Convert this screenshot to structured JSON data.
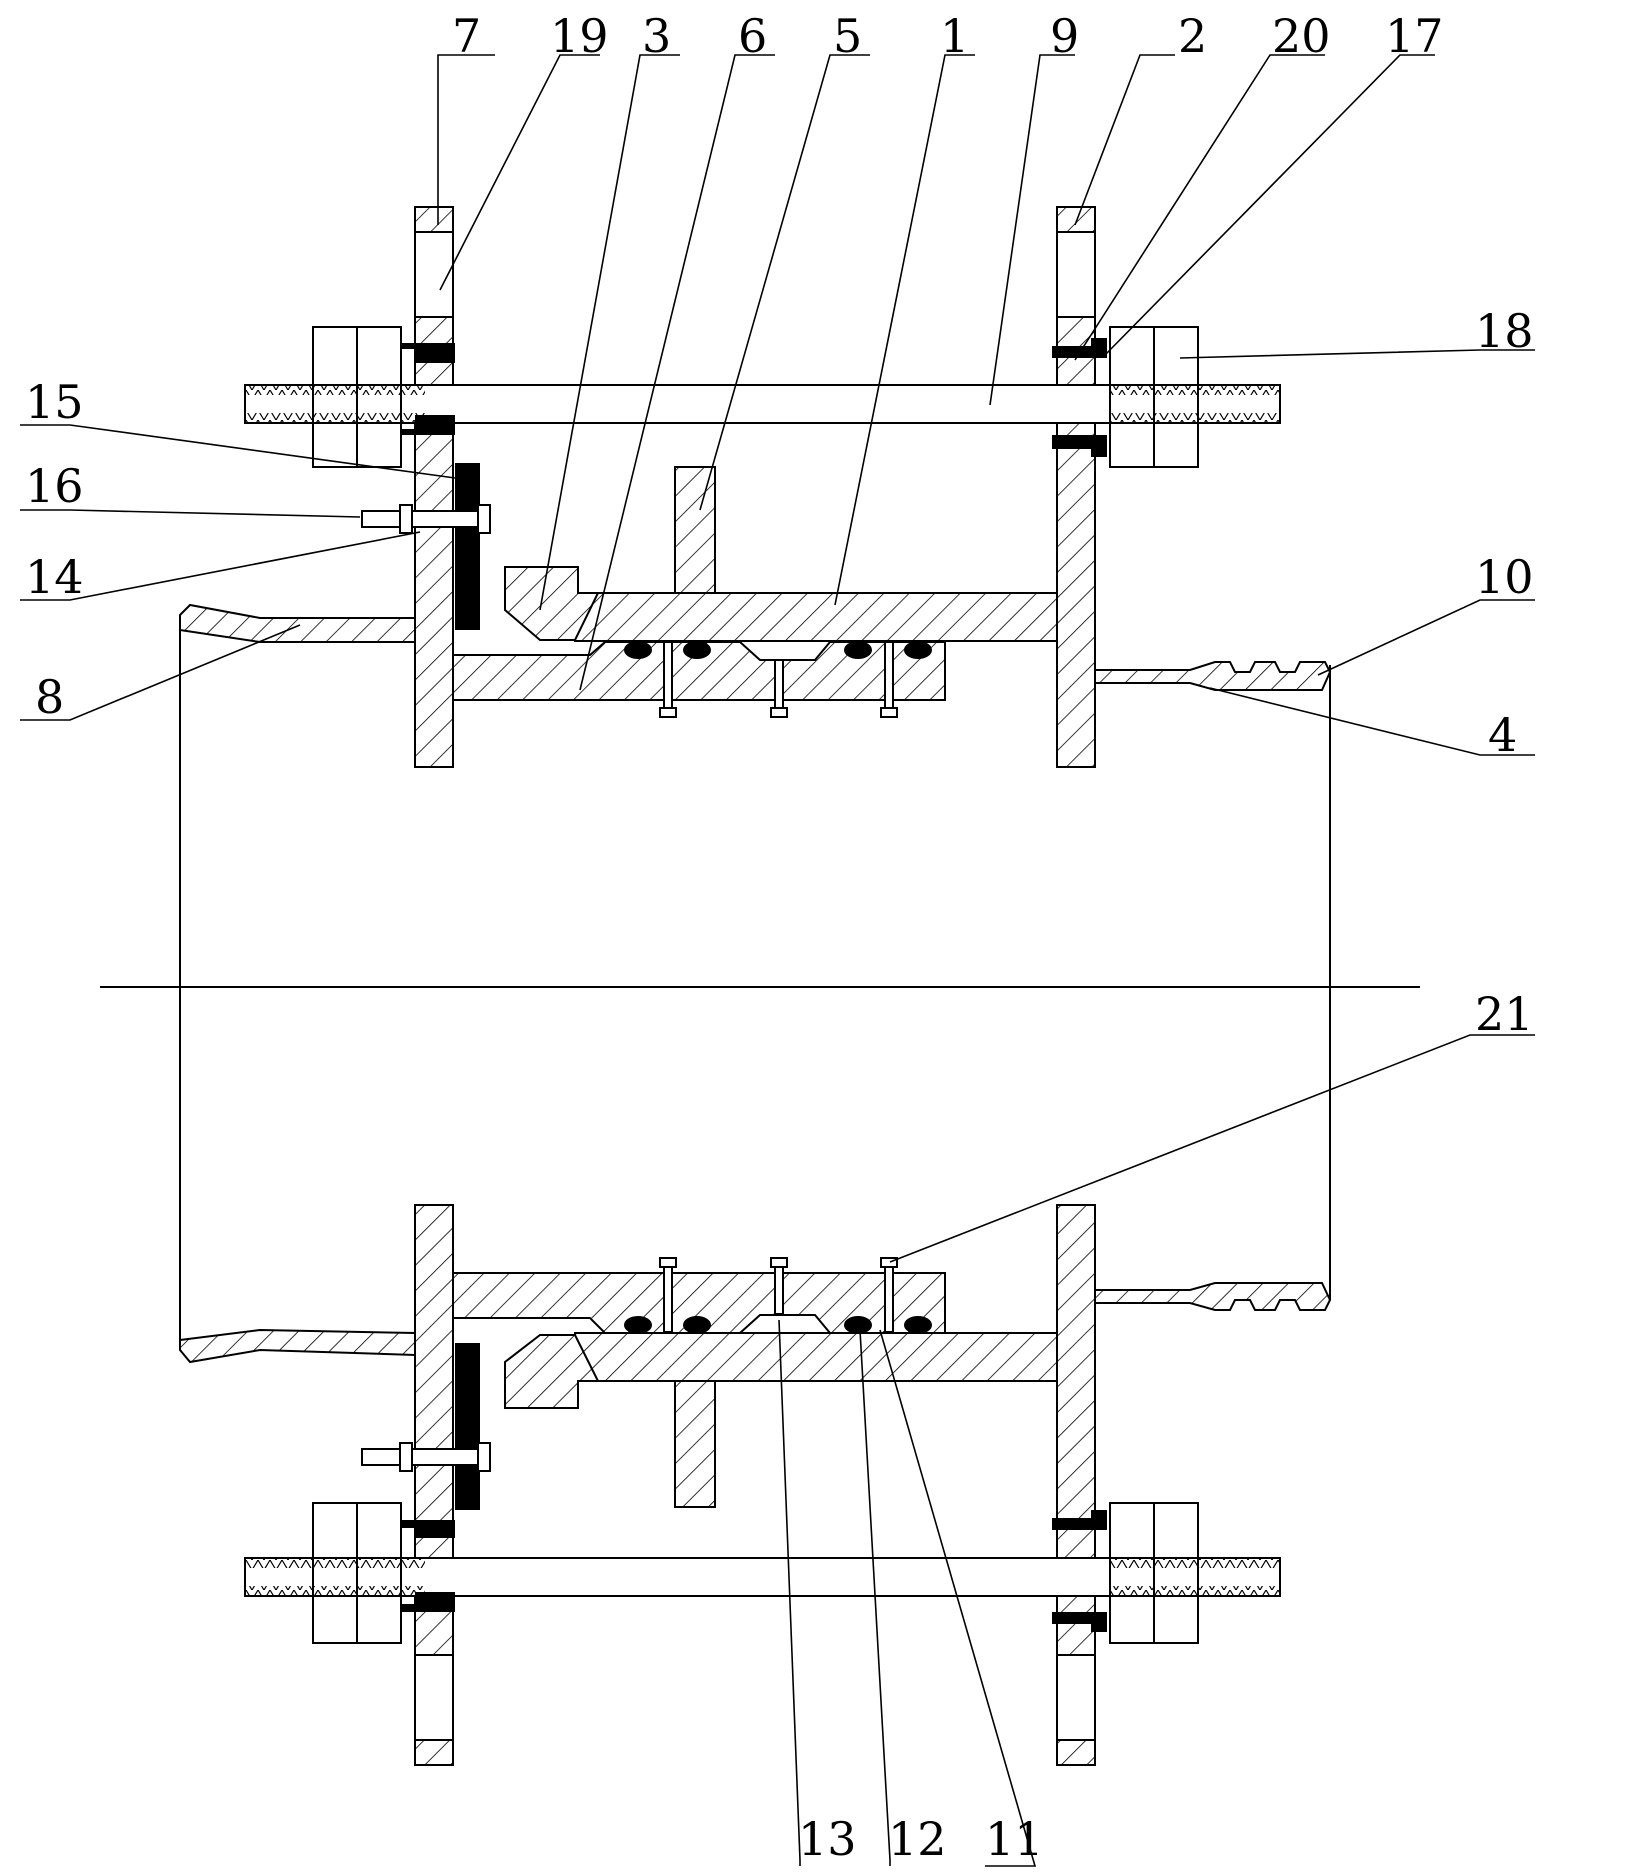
{
  "colors": {
    "line": "#000000",
    "hatch": "#000000",
    "background": "#ffffff",
    "seal": "#000000"
  },
  "callouts": {
    "top": [
      "7",
      "19",
      "3",
      "6",
      "5",
      "1",
      "9",
      "2",
      "20",
      "17"
    ],
    "right": [
      "18",
      "10",
      "4",
      "21"
    ],
    "left": [
      "15",
      "16",
      "14",
      "8"
    ],
    "bottom": [
      "13",
      "12",
      "11"
    ]
  }
}
